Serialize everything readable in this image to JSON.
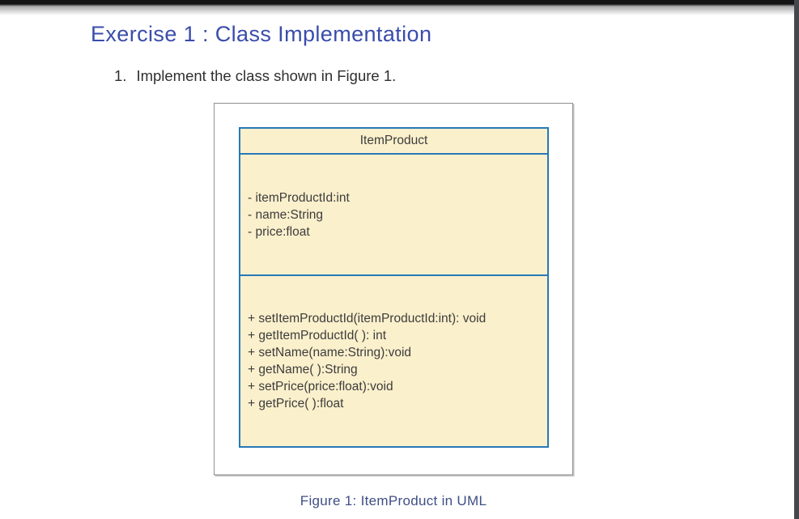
{
  "page": {
    "title": "Exercise 1 : Class Implementation",
    "instruction": {
      "number": "1.",
      "text": "Implement the class shown in Figure 1."
    },
    "figure": {
      "caption": "Figure 1: ItemProduct in UML",
      "uml_class": {
        "name": "ItemProduct",
        "attributes": [
          "- itemProductId:int",
          "- name:String",
          "- price:float"
        ],
        "methods": [
          "+ setItemProductId(itemProductId:int): void",
          "+ getItemProductId( ): int",
          "+ setName(name:String):void",
          "+ getName( ):String",
          "+ setPrice(price:float):void",
          "+ getPrice( ):float"
        ]
      }
    },
    "colors": {
      "title_blue": "#3a4cac",
      "caption_blue": "#3f4e85",
      "uml_border_blue": "#2878b8",
      "uml_fill_cream": "#fbf0cc",
      "body_text": "#2f2f2f",
      "edge_dark": "#44484d"
    }
  }
}
